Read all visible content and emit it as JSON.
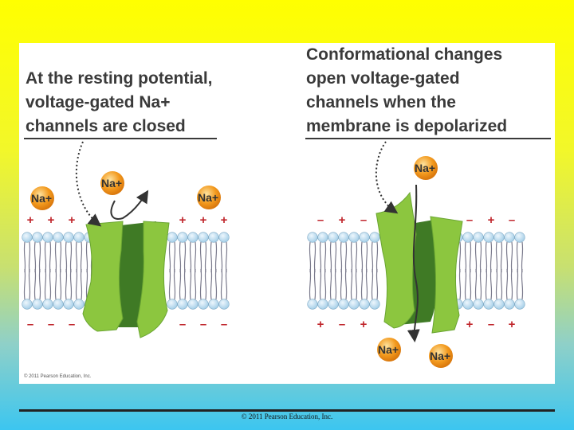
{
  "left_panel": {
    "heading_lines": [
      "At the resting potential,",
      "voltage-gated Na+",
      "channels are closed"
    ],
    "ion_label": "Na+",
    "top_charges": [
      "+",
      "+",
      "+",
      "+",
      "+",
      "+"
    ],
    "bottom_charges": [
      "–",
      "–",
      "–",
      "–",
      "–",
      "–"
    ]
  },
  "right_panel": {
    "heading_lines": [
      "Conformational changes",
      "open voltage-gated",
      "channels when the",
      "membrane is depolarized"
    ],
    "ion_label": "Na+",
    "top_charges": [
      "–",
      "+",
      "–",
      "–",
      "+",
      "–"
    ],
    "bottom_charges": [
      "+",
      "–",
      "+",
      "+",
      "–",
      "+"
    ]
  },
  "panel_copyright": "© 2011 Pearson Education, Inc.",
  "footer_copyright": "© 2011 Pearson Education, Inc.",
  "colors": {
    "ion_fill": "#f39a1e",
    "channel_light": "#8cc63f",
    "channel_dark": "#3f7a25",
    "phospholipid_head": "#a6cfe8",
    "arrow": "#333333"
  }
}
